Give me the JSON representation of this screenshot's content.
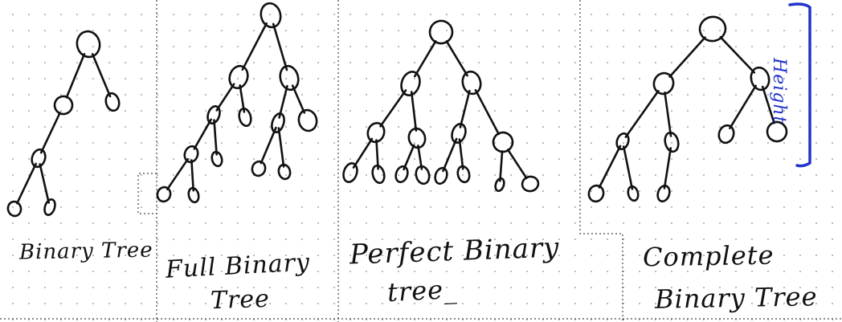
{
  "diagrams": [
    {
      "label_lines": [
        "Binary Tree"
      ],
      "nodes": [
        [
          110,
          55,
          14,
          16
        ],
        [
          79,
          131,
          11,
          11
        ],
        [
          140,
          127,
          8,
          11
        ],
        [
          48,
          197,
          8,
          11
        ],
        [
          18,
          260,
          8,
          9
        ],
        [
          62,
          258,
          6,
          10
        ]
      ],
      "edges": [
        [
          0,
          1
        ],
        [
          0,
          2
        ],
        [
          1,
          3
        ],
        [
          3,
          4
        ],
        [
          3,
          5
        ]
      ]
    },
    {
      "label_lines": [
        "Full Binary",
        "Tree"
      ],
      "nodes": [
        [
          337,
          19,
          12,
          15
        ],
        [
          297,
          96,
          11,
          14
        ],
        [
          360,
          97,
          11,
          15
        ],
        [
          266,
          143,
          7,
          11
        ],
        [
          305,
          146,
          7,
          11
        ],
        [
          346,
          153,
          7,
          12
        ],
        [
          383,
          150,
          11,
          13
        ],
        [
          238,
          192,
          8,
          10
        ],
        [
          270,
          198,
          6,
          9
        ],
        [
          322,
          210,
          8,
          9
        ],
        [
          354,
          214,
          7,
          9
        ],
        [
          204,
          242,
          8,
          9
        ],
        [
          241,
          243,
          6,
          9
        ]
      ],
      "edges": [
        [
          0,
          1
        ],
        [
          0,
          2
        ],
        [
          1,
          3
        ],
        [
          1,
          4
        ],
        [
          2,
          5
        ],
        [
          2,
          6
        ],
        [
          3,
          7
        ],
        [
          3,
          8
        ],
        [
          5,
          9
        ],
        [
          5,
          10
        ],
        [
          7,
          11
        ],
        [
          7,
          12
        ]
      ]
    },
    {
      "label_lines": [
        "Perfect Binary",
        "tree_"
      ],
      "nodes": [
        [
          549,
          40,
          14,
          14
        ],
        [
          511,
          104,
          11,
          15
        ],
        [
          587,
          103,
          11,
          14
        ],
        [
          468,
          165,
          10,
          12
        ],
        [
          519,
          172,
          10,
          12
        ],
        [
          571,
          166,
          8,
          12
        ],
        [
          626,
          177,
          12,
          12
        ],
        [
          436,
          215,
          8,
          12
        ],
        [
          471,
          217,
          7,
          11
        ],
        [
          500,
          217,
          7,
          10
        ],
        [
          526,
          218,
          8,
          11
        ],
        [
          549,
          219,
          7,
          10
        ],
        [
          577,
          217,
          7,
          10
        ],
        [
          622,
          230,
          5,
          8
        ],
        [
          660,
          229,
          10,
          9
        ]
      ],
      "edges": [
        [
          0,
          1
        ],
        [
          0,
          2
        ],
        [
          1,
          3
        ],
        [
          1,
          4
        ],
        [
          2,
          5
        ],
        [
          2,
          6
        ],
        [
          3,
          7
        ],
        [
          3,
          8
        ],
        [
          4,
          9
        ],
        [
          4,
          10
        ],
        [
          5,
          11
        ],
        [
          5,
          12
        ],
        [
          6,
          13
        ],
        [
          6,
          14
        ]
      ]
    },
    {
      "label_lines": [
        "Complete",
        "Binary Tree"
      ],
      "nodes": [
        [
          887,
          36,
          16,
          15
        ],
        [
          826,
          104,
          12,
          13
        ],
        [
          946,
          98,
          11,
          14
        ],
        [
          775,
          176,
          7,
          10
        ],
        [
          836,
          177,
          8,
          12
        ],
        [
          904,
          167,
          9,
          11
        ],
        [
          967,
          164,
          12,
          12
        ],
        [
          742,
          241,
          9,
          10
        ],
        [
          788,
          241,
          6,
          9
        ],
        [
          826,
          241,
          7,
          10
        ]
      ],
      "edges": [
        [
          0,
          1
        ],
        [
          0,
          2
        ],
        [
          1,
          3
        ],
        [
          1,
          4
        ],
        [
          2,
          5
        ],
        [
          2,
          6
        ],
        [
          3,
          7
        ],
        [
          3,
          8
        ],
        [
          4,
          9
        ]
      ]
    }
  ],
  "annotation": {
    "text": "Height",
    "color": "#2233cc"
  },
  "colors": {
    "ink": "#111111",
    "divider": "#444444",
    "dots": "#b9b9b9"
  }
}
